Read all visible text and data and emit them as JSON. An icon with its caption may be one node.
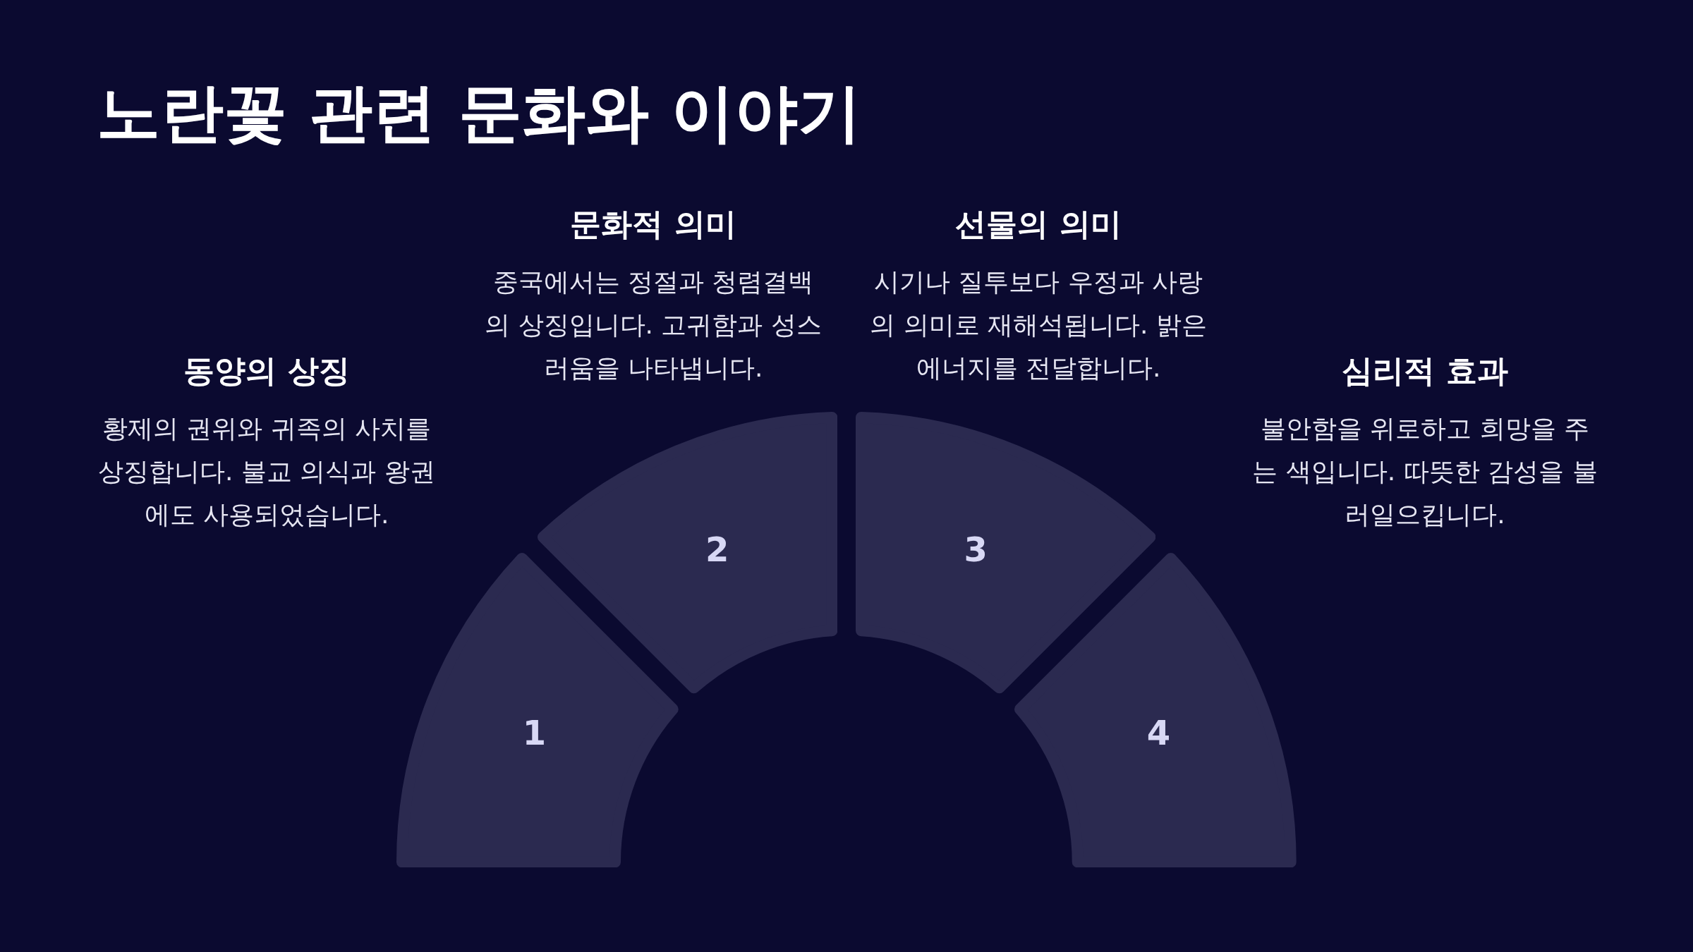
{
  "diagram": {
    "title": "노란꽃 관련 문화와 이야기",
    "nodes": [
      {
        "text": [
          "1"
        ],
        "beside": [
          "동양의 상징",
          "황제의 권위와 귀족의 사치를 상징합니다. 불교 의식과 왕권에도 사용되었습니다."
        ]
      },
      {
        "text": [
          "2"
        ],
        "beside": [
          "문화적 의미",
          "중국에서는 정절과 청렴결백의 상징입니다. 고귀함과 성스러움을 나타냅니다."
        ]
      },
      {
        "text": [
          "3"
        ],
        "beside": [
          "선물의 의미",
          "시기나 질투보다 우정과 사랑의 의미로 재해석됩니다. 밝은 에너지를 전달합니다."
        ]
      },
      {
        "text": [
          "4"
        ],
        "beside": [
          "심리적 효과",
          "불안함을 위로하고 희망을 주는 색입니다. 따뜻한 감성을 불러일으킵니다."
        ]
      }
    ],
    "edges": []
  }
}
